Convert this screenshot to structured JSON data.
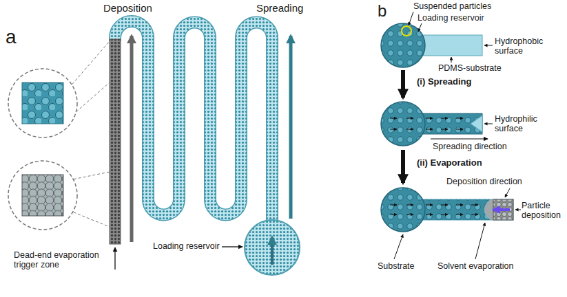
{
  "diagram": {
    "labels": [
      "a",
      "Deposition",
      "Spreading",
      "Dead-end evaporation trigger zone",
      "Loading reservoir",
      "b",
      "Suspended particles",
      "Loading reservoir",
      "Hydrophobic surface",
      "PDMS-substrate",
      "(i) Spreading",
      "Hydrophilic surface",
      "Spreading direction",
      "(ii) Evaporation",
      "Deposition direction",
      "Particle deposition",
      "Substrate",
      "Solvent evaporation"
    ]
  }
}
